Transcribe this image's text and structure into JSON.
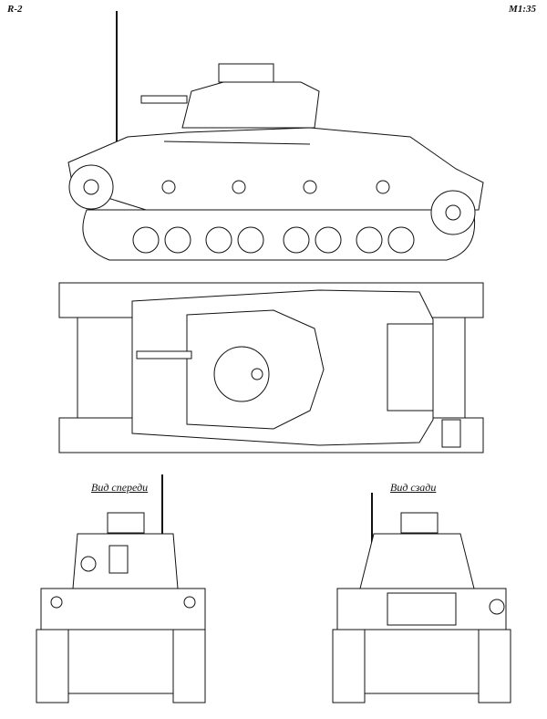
{
  "header": {
    "model": "R-2",
    "scale": "M1:35"
  },
  "views": {
    "front_title": "Вид спереди",
    "rear_title": "Вид сзади"
  }
}
